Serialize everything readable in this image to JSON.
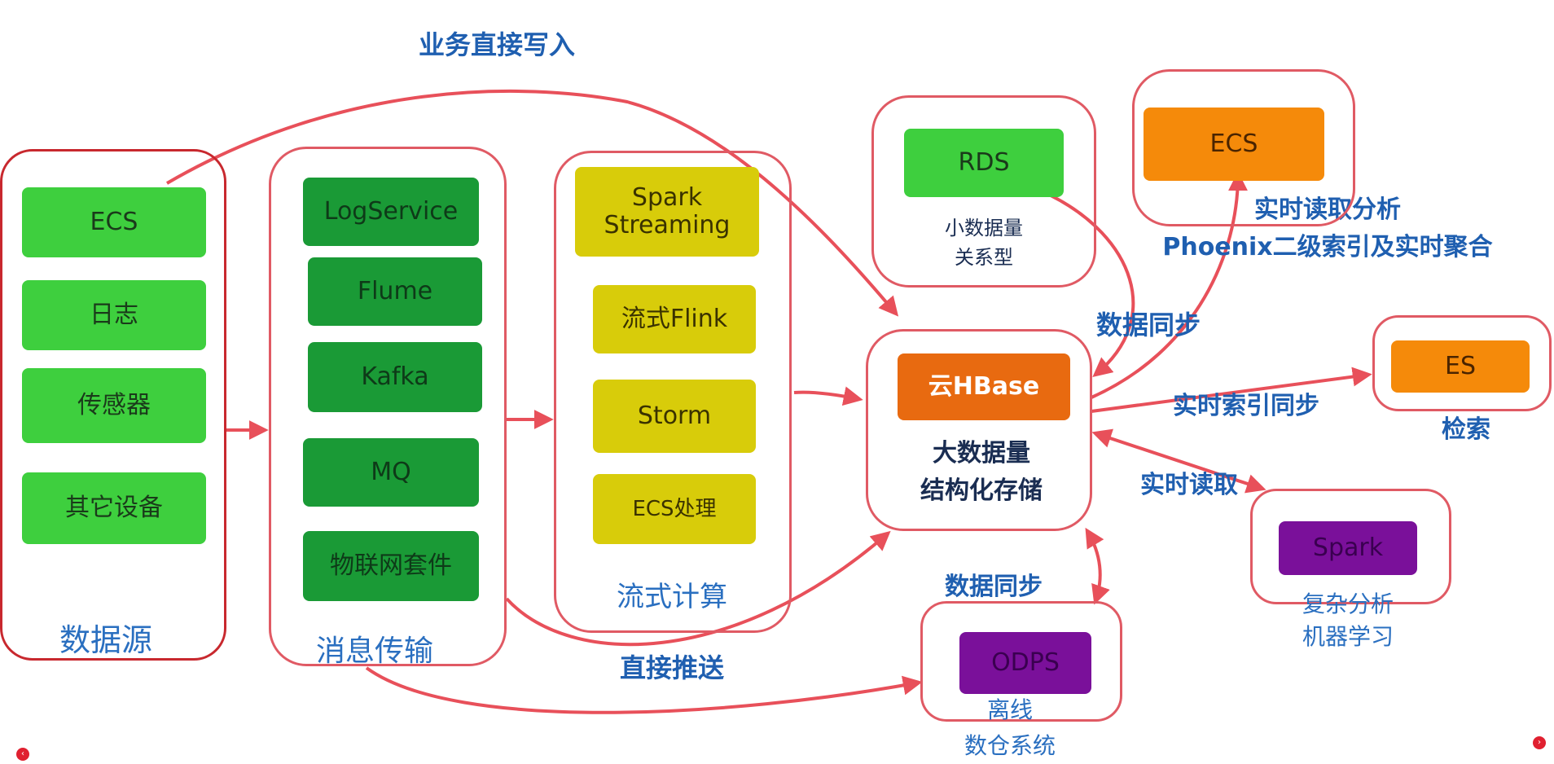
{
  "colors": {
    "arrow": "#e8505a",
    "group_border": "#e05a64",
    "light_green": "#3ecf3e",
    "dark_green": "#1a9a36",
    "yellow": "#d8cc0a",
    "orange": "#f58a0a",
    "dark_orange": "#e86a10",
    "purple": "#7a109a",
    "label_blue": "#1f5fb0"
  },
  "edges": {
    "direct_write": "业务直接写入",
    "direct_push": "直接推送",
    "data_sync_rds": "数据同步",
    "data_sync_odps": "数据同步",
    "realtime_index_sync": "实时索引同步",
    "realtime_read": "实时读取",
    "realtime_analysis": "实时读取分析",
    "phoenix": "Phoenix二级索引及实时聚合"
  },
  "sources": {
    "label": "数据源",
    "items": [
      "ECS",
      "日志",
      "传感器",
      "其它设备"
    ]
  },
  "messaging": {
    "label": "消息传输",
    "items": [
      "LogService",
      "Flume",
      "Kafka",
      "MQ",
      "物联网套件"
    ]
  },
  "streaming": {
    "label": "流式计算",
    "items": [
      "Spark\nStreaming",
      "流式Flink",
      "Storm",
      "ECS处理"
    ]
  },
  "rds": {
    "name": "RDS",
    "caption": "小数据量\n关系型"
  },
  "ecs_top": {
    "name": "ECS"
  },
  "hbase": {
    "name": "云HBase",
    "caption": "大数据量\n结构化存储"
  },
  "es": {
    "name": "ES",
    "caption": "检索"
  },
  "spark": {
    "name": "Spark",
    "caption": "复杂分析\n机器学习"
  },
  "odps": {
    "name": "ODPS",
    "caption": "离线\n数仓系统"
  }
}
